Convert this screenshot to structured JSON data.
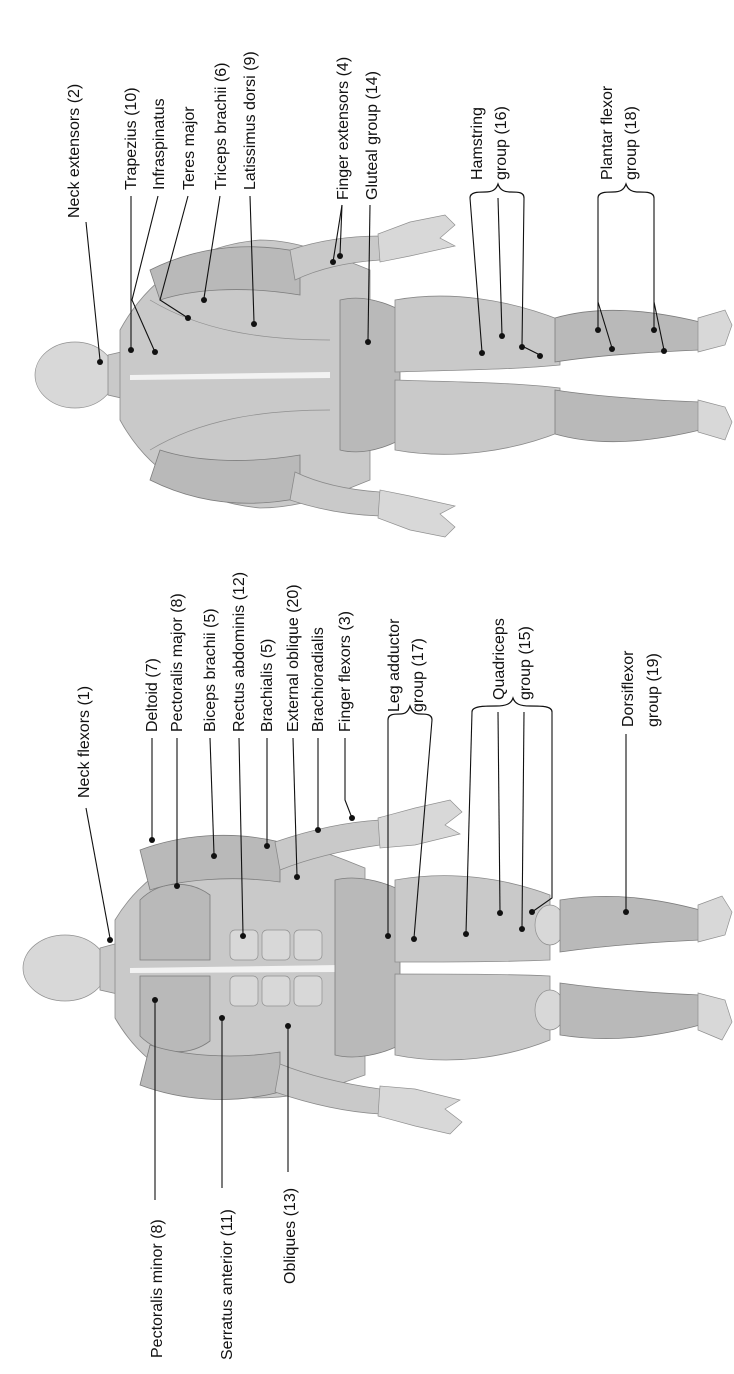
{
  "labels": {
    "neck_extensors": "Neck extensors (2)",
    "trapezius": "Trapezius (10)",
    "infraspinatus": "Infraspinatus",
    "teres_major": "Teres major",
    "triceps_brachii": "Triceps brachii (6)",
    "latissimus_dorsi": "Latissimus dorsi (9)",
    "finger_extensors": "Finger extensors (4)",
    "gluteal_group": "Gluteal  group (14)",
    "hamstring_1": "Hamstring",
    "hamstring_2": "group (16)",
    "plantar_flexor_1": "Plantar flexor",
    "plantar_flexor_2": "group (18)",
    "neck_flexors": "Neck flexors (1)",
    "deltoid": "Deltoid (7)",
    "pectoralis_major": "Pectoralis major (8)",
    "biceps_brachii": "Biceps brachii (5)",
    "rectus_abdominis": "Rectus abdominis (12)",
    "brachialis": "Brachialis (5)",
    "external_oblique": "External oblique (20)",
    "brachioradialis": "Brachioradialis",
    "finger_flexors": "Finger flexors (3)",
    "leg_adductor_1": "Leg adductor",
    "leg_adductor_2": "group (17)",
    "quadriceps_1": "Quadriceps",
    "quadriceps_2": "group (15)",
    "dorsiflexor_1": "Dorsiflexor",
    "dorsiflexor_2": "group (19)",
    "pectoralis_minor": "Pectoralis minor (8)",
    "serratus_anterior": "Serratus anterior (11)",
    "obliques": "Obliques (13)"
  }
}
